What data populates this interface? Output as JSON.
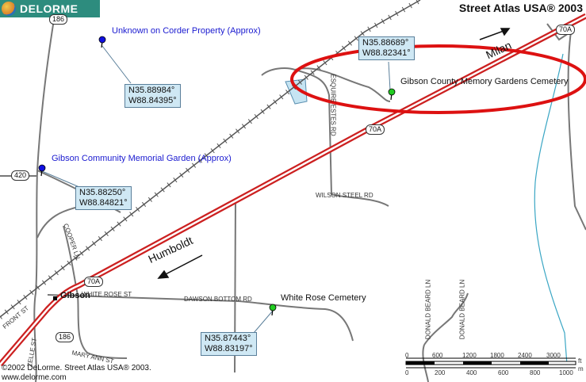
{
  "header": {
    "logo_text": "DELORME",
    "product": "Street Atlas USA® 2003"
  },
  "footer": {
    "copyright": "©2002 DeLorme. Street Atlas USA® 2003.",
    "website": "www.delorme.com"
  },
  "towns": {
    "milan": "Milan",
    "humboldt": "Humboldt",
    "gibson": "Gibson"
  },
  "pois": {
    "corder": {
      "name": "Unknown on Corder Property (Approx)",
      "lat": "N35.88984°",
      "lon": "W88.84395°",
      "pin_color": "#1010e0"
    },
    "gibson_community": {
      "name": "Gibson Community Memorial Garden (Approx)",
      "lat": "N35.88250°",
      "lon": "W88.84821°",
      "pin_color": "#1010e0"
    },
    "gibson_county": {
      "name": "Gibson County Memory Gardens Cemetery",
      "lat": "N35.88689°",
      "lon": "W88.82341°",
      "pin_color": "#22cc22"
    },
    "white_rose": {
      "name": "White Rose Cemetery",
      "lat": "N35.87443°",
      "lon": "W88.83197°",
      "pin_color": "#22cc22"
    }
  },
  "roads": {
    "white_rose_st": "WHITE ROSE ST",
    "dawson_bottom_rd": "DAWSON BOTTOM RD",
    "wilson_steel_rd": "WILSON STEEL RD",
    "esquire_estes_rd": "ESQUIRE ESTES RD",
    "cooper_ln": "COOPER LN",
    "donald_beard_ln_1": "DONALD BEARD LN",
    "donald_beard_ln_2": "DONALD BEARD LN",
    "mary_ann_st": "MARY ANN ST",
    "zelle_st": "ZELLE ST",
    "front_st": "FRONT ST"
  },
  "shields": {
    "r186_top": "186",
    "r186_bottom": "186",
    "r420": "420",
    "r70a_1": "70A",
    "r70a_2": "70A",
    "r70a_3": "70A"
  },
  "scale": {
    "ft_ticks": [
      "0",
      "600",
      "1200",
      "1800",
      "2400",
      "3000"
    ],
    "ft_unit": "ft",
    "m_ticks": [
      "0",
      "200",
      "400",
      "600",
      "800",
      "1000"
    ],
    "m_unit": "m"
  },
  "colors": {
    "highway": "#cc2020",
    "railroad": "#555555",
    "water": "#c6e4f2",
    "stream": "#3aa6c4",
    "highlight_ellipse": "#dd1111",
    "coord_box": "#cfe8f4",
    "logo_bg": "#2d8c7e"
  }
}
